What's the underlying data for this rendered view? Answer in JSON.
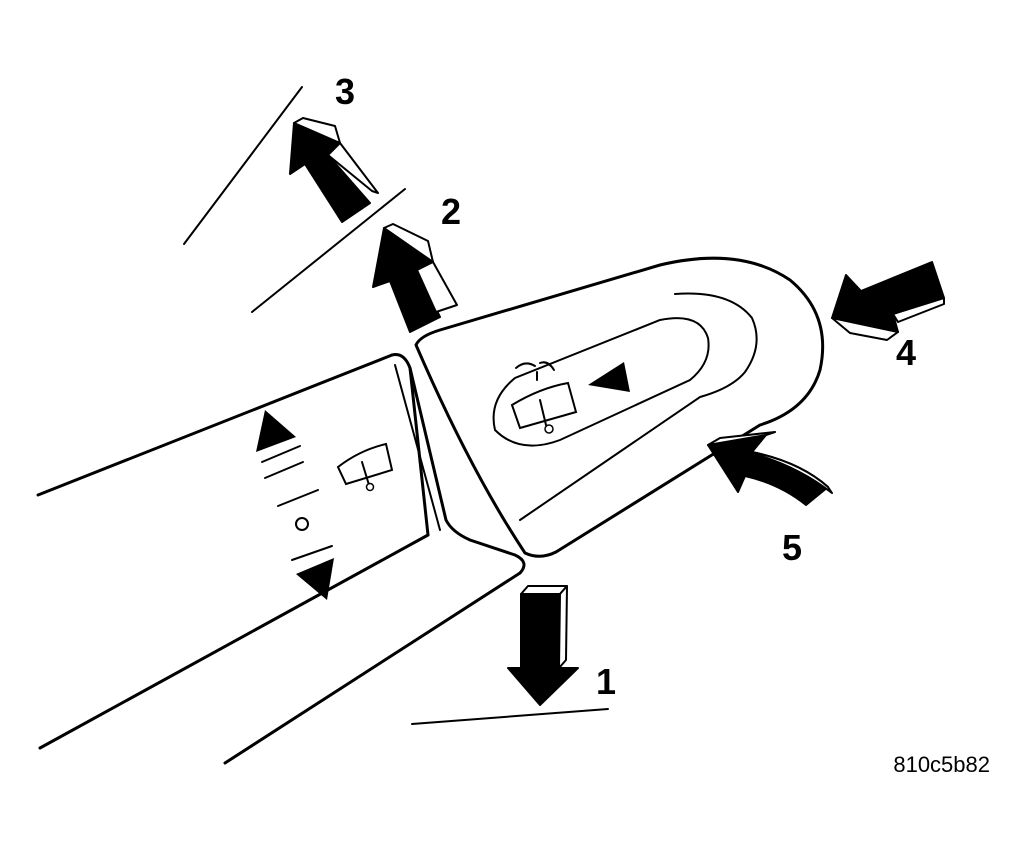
{
  "callouts": {
    "c1": "1",
    "c2": "2",
    "c3": "3",
    "c4": "4",
    "c5": "5"
  },
  "figure_code": "810c5b82",
  "icons": [
    "wiper-icon",
    "washer-icon",
    "up-triangle-icon",
    "down-triangle-icon",
    "arrow-icon"
  ]
}
